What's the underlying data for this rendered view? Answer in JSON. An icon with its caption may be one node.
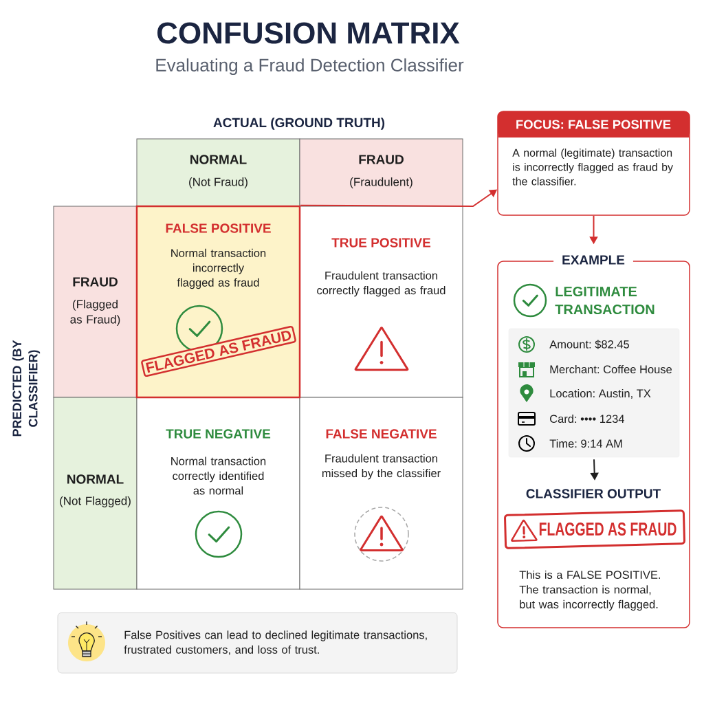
{
  "diagram": {
    "title": "CONFUSION MATRIX",
    "nodes": [
      {
        "text": [
          "NORMAL",
          "(Not Fraud)"
        ]
      },
      {
        "text": [
          "FRAUD",
          "(Fraudulent)"
        ]
      },
      {
        "text": [
          "FRAUD",
          "(Flagged as Fraud)"
        ]
      },
      {
        "text": [
          "FALSE POSITIVE",
          "Normal transaction incorrectly flagged as fraud",
          "FLAGGED AS FRAUD"
        ]
      },
      {
        "text": [
          "TRUE POSITIVE",
          "Fraudulent transaction correctly flagged as fraud"
        ]
      },
      {
        "text": [
          "NORMAL",
          "(Not Flagged)"
        ]
      },
      {
        "text": [
          "TRUE NEGATIVE",
          "Normal transaction correctly identified as normal"
        ]
      },
      {
        "text": [
          "FALSE NEGATIVE",
          "Fraudulent transaction missed by the classifier"
        ]
      },
      {
        "text": [
          "FOCUS: FALSE POSITIVE",
          "A normal (legitimate) transaction is incorrectly flagged as fraud by the classifier."
        ]
      },
      {
        "text": [
          "EXAMPLE",
          "LEGITIMATE TRANSACTION",
          "This is a FALSE POSITIVE. The transaction is normal, but was incorrectly flagged."
        ]
      },
      {
        "text": [
          "Amount: $82.45",
          "Merchant: Coffee House",
          "Location: Austin, TX",
          "Card: •••• 1234",
          "Time: 9:14 AM"
        ],
        "in": 9
      },
      {
        "text": [
          "CLASSIFIER OUTPUT",
          "FLAGGED AS FRAUD"
        ],
        "in": 9
      },
      {
        "text": [
          "False Positives can lead to declined legitimate transactions, frustrated customers, and loss of trust."
        ]
      }
    ],
    "edges": [
      {
        "from": 3,
        "to": 8,
        "arrow": "to"
      },
      {
        "from": 8,
        "to": 9,
        "arrow": "to"
      },
      {
        "from": 10,
        "to": 11,
        "arrow": "to",
        "color": "#1f1f1f"
      }
    ],
    "labels": [
      "Evaluating a Fraud Detection Classifier",
      "ACTUAL (GROUND TRUTH)",
      "PREDICTED (BY CLASSIFIER)"
    ]
  }
}
